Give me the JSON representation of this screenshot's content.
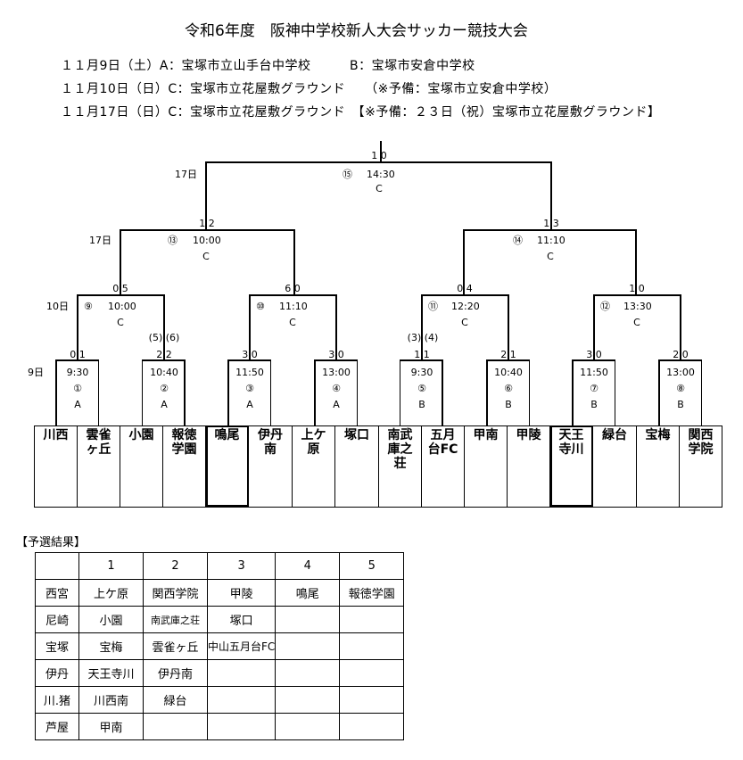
{
  "header": {
    "title": "令和6年度　阪神中学校新人大会サッカー競技大会",
    "line1": "１１月9日（土）A：宝塚市立山手台中学校　　　B：宝塚市安倉中学校",
    "line2": "１１月10日（日）C：宝塚市立花屋敷グラウンド　　（※予備：宝塚市立安倉中学校）",
    "line3": "１１月17日（日）C：宝塚市立花屋敷グラウンド　【※予備：２３日（祝）宝塚市立花屋敷グラウンド】"
  },
  "bracket": {
    "final": {
      "score": "1 0",
      "day": "17日",
      "num": "⑮",
      "time": "14:30",
      "venue": "C"
    },
    "semis": [
      {
        "score": "1 2",
        "day": "17日",
        "num": "⑬",
        "time": "10:00",
        "venue": "C"
      },
      {
        "score": "1 3",
        "num": "⑭",
        "time": "11:10",
        "venue": "C"
      }
    ],
    "quarters": [
      {
        "score": "0 5",
        "day": "10日",
        "num": "⑨",
        "time": "10:00",
        "venue": "C"
      },
      {
        "score": "6 0",
        "num": "⑩",
        "time": "11:10",
        "venue": "C"
      },
      {
        "score": "0 4",
        "num": "⑪",
        "time": "12:20",
        "venue": "C"
      },
      {
        "score": "1 0",
        "num": "⑫",
        "time": "13:30",
        "venue": "C"
      }
    ],
    "round1_day": "9日",
    "round1": [
      {
        "score": "0 1",
        "time": "9:30",
        "num": "①",
        "venue": "A"
      },
      {
        "score": "2 2",
        "pk": "(5)  (6)",
        "time": "10:40",
        "num": "②",
        "venue": "A"
      },
      {
        "score": "3 0",
        "time": "11:50",
        "num": "③",
        "venue": "A"
      },
      {
        "score": "3 0",
        "time": "13:00",
        "num": "④",
        "venue": "A"
      },
      {
        "score": "1 1",
        "pk": "(3)  (4)",
        "time": "9:30",
        "num": "⑤",
        "venue": "B"
      },
      {
        "score": "2 1",
        "time": "10:40",
        "num": "⑥",
        "venue": "B"
      },
      {
        "score": "3 0",
        "time": "11:50",
        "num": "⑦",
        "venue": "B"
      },
      {
        "score": "2 0",
        "time": "13:00",
        "num": "⑧",
        "venue": "B"
      }
    ],
    "teams": [
      "川西",
      "雲雀ヶ丘",
      "小園",
      "報徳学園",
      "鳴尾",
      "伊丹南",
      "上ケ原",
      "塚口",
      "南武庫之荘",
      "五月台FC",
      "甲南",
      "甲陵",
      "天王寺川",
      "緑台",
      "宝梅",
      "関西学院"
    ]
  },
  "results": {
    "title": "【予選結果】",
    "header": [
      "",
      "1",
      "2",
      "3",
      "4",
      "5"
    ],
    "rows": [
      [
        "西宮",
        "上ケ原",
        "関西学院",
        "甲陵",
        "鳴尾",
        "報徳学園"
      ],
      [
        "尼崎",
        "小園",
        "南武庫之荘",
        "塚口",
        "",
        ""
      ],
      [
        "宝塚",
        "宝梅",
        "雲雀ヶ丘",
        "中山五月台FC",
        "",
        ""
      ],
      [
        "伊丹",
        "天王寺川",
        "伊丹南",
        "",
        "",
        ""
      ],
      [
        "川.猪",
        "川西南",
        "緑台",
        "",
        "",
        ""
      ],
      [
        "芦屋",
        "甲南",
        "",
        "",
        "",
        ""
      ]
    ]
  }
}
